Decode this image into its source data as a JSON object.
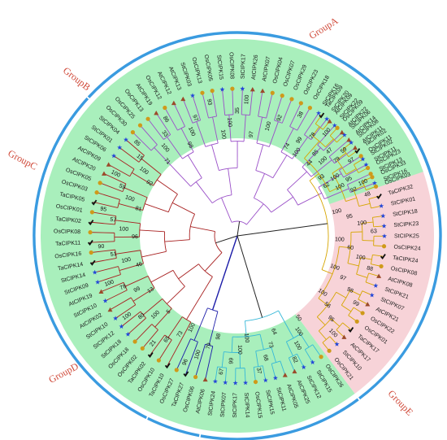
{
  "colors": {
    "GroupA": "#d6a500",
    "GroupB": "#36b8d8",
    "GroupC": "#1a1aa8",
    "GroupD": "#a82020",
    "GroupE": "#9a4fc8",
    "band_pink": "#f7d3d8",
    "band_green": "#a9efbc",
    "arc": "#3a9be0",
    "group_label": "#d04a3a"
  },
  "groups": [
    {
      "id": "GroupA",
      "label": "GroupA"
    },
    {
      "id": "GroupB",
      "label": "GroupB"
    },
    {
      "id": "GroupC",
      "label": "GroupC"
    },
    {
      "id": "GroupD",
      "label": "GroupD"
    },
    {
      "id": "GroupE",
      "label": "GroupE"
    }
  ],
  "leaves": [
    {
      "label": "StCIPK16",
      "group": "GroupE",
      "marker": "star"
    },
    {
      "label": "StCIPK13",
      "group": "GroupE",
      "marker": "circle"
    },
    {
      "label": "StCIPK11",
      "group": "GroupE",
      "marker": "star"
    },
    {
      "label": "OsCIPK11",
      "group": "GroupE",
      "marker": "circle"
    },
    {
      "label": "AtCIPK11",
      "group": "GroupE",
      "marker": "triangle"
    },
    {
      "label": "AtCIPK14",
      "group": "GroupE",
      "marker": "triangle"
    },
    {
      "label": "AtCIPK22",
      "group": "GroupE",
      "marker": "triangle"
    },
    {
      "label": "StCIPK22",
      "group": "GroupE",
      "marker": "star"
    },
    {
      "label": "StCIPK20",
      "group": "GroupE",
      "marker": "star"
    },
    {
      "label": "StCIPK16",
      "group": "GroupE",
      "marker": "star"
    },
    {
      "label": "OsCIPK18",
      "group": "GroupE",
      "marker": "circle"
    },
    {
      "label": "OsCIPK23",
      "group": "GroupE",
      "marker": "circle"
    },
    {
      "label": "OsCIPK29",
      "group": "GroupE",
      "marker": "circle"
    },
    {
      "label": "OsCIPK07",
      "group": "GroupE",
      "marker": "circle"
    },
    {
      "label": "OsCIPK04",
      "group": "GroupE",
      "marker": "circle"
    },
    {
      "label": "AtCIPK07",
      "group": "GroupE",
      "marker": "triangle"
    },
    {
      "label": "AtCIPK26",
      "group": "GroupE",
      "marker": "triangle"
    },
    {
      "label": "StCIPK17",
      "group": "GroupE",
      "marker": "star"
    },
    {
      "label": "OsCIPK08",
      "group": "GroupE",
      "marker": "circle"
    },
    {
      "label": "StCIPK15",
      "group": "GroupE",
      "marker": "star"
    },
    {
      "label": "OsCIPK05",
      "group": "GroupE",
      "marker": "circle"
    },
    {
      "label": "OsCIPK13",
      "group": "GroupE",
      "marker": "circle"
    },
    {
      "label": "StCIPK03",
      "group": "GroupE",
      "marker": "star"
    },
    {
      "label": "AtCIPK13",
      "group": "GroupE",
      "marker": "triangle"
    },
    {
      "label": "AtCIPK12",
      "group": "GroupE",
      "marker": "triangle"
    },
    {
      "label": "OsCIPK12",
      "group": "GroupE",
      "marker": "circle"
    },
    {
      "label": "AtCIPK19",
      "group": "GroupE",
      "marker": "triangle"
    },
    {
      "label": "OsCIPK13",
      "group": "GroupE",
      "marker": "circle"
    },
    {
      "label": "OsCIPK25",
      "group": "GroupE",
      "marker": "circle"
    },
    {
      "label": "OsCIPK30",
      "group": "GroupE",
      "marker": "circle"
    },
    {
      "label": "StCIPK04",
      "group": "GroupD",
      "marker": "star"
    },
    {
      "label": "StCIPK01",
      "group": "GroupD",
      "marker": "star"
    },
    {
      "label": "StCIPK06",
      "group": "GroupD",
      "marker": "star"
    },
    {
      "label": "AtCIPK09",
      "group": "GroupD",
      "marker": "triangle"
    },
    {
      "label": "AtCIPK20",
      "group": "GroupD",
      "marker": "triangle"
    },
    {
      "label": "OsCIPK05",
      "group": "GroupD",
      "marker": "circle"
    },
    {
      "label": "OsCIPK03",
      "group": "GroupD",
      "marker": "circle"
    },
    {
      "label": "TaCIPK05",
      "group": "GroupD",
      "marker": "check"
    },
    {
      "label": "OsCIPK01",
      "group": "GroupD",
      "marker": "circle"
    },
    {
      "label": "TaCIPK02",
      "group": "GroupD",
      "marker": "check"
    },
    {
      "label": "OsCIPK08",
      "group": "GroupD",
      "marker": "circle"
    },
    {
      "label": "TaCIPK11",
      "group": "GroupD",
      "marker": "check"
    },
    {
      "label": "OsCIPK16",
      "group": "GroupD",
      "marker": "circle"
    },
    {
      "label": "TaCIPK14",
      "group": "GroupD",
      "marker": "check"
    },
    {
      "label": "StCIPK14",
      "group": "GroupD",
      "marker": "star"
    },
    {
      "label": "StCIPK09",
      "group": "GroupD",
      "marker": "star"
    },
    {
      "label": "AtCIPK19",
      "group": "GroupD",
      "marker": "triangle"
    },
    {
      "label": "StCIPK10",
      "group": "GroupD",
      "marker": "star"
    },
    {
      "label": "AtCIPK02",
      "group": "GroupD",
      "marker": "triangle"
    },
    {
      "label": "StCIPK10",
      "group": "GroupD",
      "marker": "star"
    },
    {
      "label": "StCIPK12",
      "group": "GroupD",
      "marker": "star"
    },
    {
      "label": "StCIPK18",
      "group": "GroupD",
      "marker": "star"
    },
    {
      "label": "OsCIPK18",
      "group": "GroupD",
      "marker": "circle"
    },
    {
      "label": "OsCIPK02",
      "group": "GroupD",
      "marker": "circle"
    },
    {
      "label": "TaCIPK02",
      "group": "GroupD",
      "marker": "check"
    },
    {
      "label": "OsCIPK10",
      "group": "GroupD",
      "marker": "circle"
    },
    {
      "label": "TaCIPK10",
      "group": "GroupD",
      "marker": "check"
    },
    {
      "label": "OsCIPK27",
      "group": "GroupC",
      "marker": "circle"
    },
    {
      "label": "TaCIPK27",
      "group": "GroupC",
      "marker": "check"
    },
    {
      "label": "OsCIPK06",
      "group": "GroupC",
      "marker": "circle"
    },
    {
      "label": "AtCIPK06",
      "group": "GroupC",
      "marker": "triangle"
    },
    {
      "label": "StCIPK24",
      "group": "GroupB",
      "marker": "star"
    },
    {
      "label": "StCIPK07",
      "group": "GroupB",
      "marker": "star"
    },
    {
      "label": "StCIPK17",
      "group": "GroupB",
      "marker": "star"
    },
    {
      "label": "StCIPK14",
      "group": "GroupB",
      "marker": "star"
    },
    {
      "label": "OsCIPK15",
      "group": "GroupB",
      "marker": "circle"
    },
    {
      "label": "StCIPK15",
      "group": "GroupB",
      "marker": "star"
    },
    {
      "label": "StCIPK11",
      "group": "GroupB",
      "marker": "star"
    },
    {
      "label": "AtCIPK05",
      "group": "GroupB",
      "marker": "triangle"
    },
    {
      "label": "AtCIPK25",
      "group": "GroupB",
      "marker": "triangle"
    },
    {
      "label": "StCIPK12",
      "group": "GroupB",
      "marker": "star"
    },
    {
      "label": "StCIPK15",
      "group": "GroupB",
      "marker": "star"
    },
    {
      "label": "OsCIPK26",
      "group": "GroupB",
      "marker": "circle"
    },
    {
      "label": "OsCIPK21",
      "group": "GroupA",
      "marker": "circle"
    },
    {
      "label": "StCIPK10",
      "group": "GroupA",
      "marker": "star"
    },
    {
      "label": "AtCIPK17",
      "group": "GroupA",
      "marker": "triangle"
    },
    {
      "label": "TaCIPK17",
      "group": "GroupA",
      "marker": "check"
    },
    {
      "label": "OsCIPK01",
      "group": "GroupA",
      "marker": "circle"
    },
    {
      "label": "OsCIPK22",
      "group": "GroupA",
      "marker": "circle"
    },
    {
      "label": "AtCIPK21",
      "group": "GroupA",
      "marker": "triangle"
    },
    {
      "label": "StCIPK07",
      "group": "GroupA",
      "marker": "star"
    },
    {
      "label": "StCIPK21",
      "group": "GroupA",
      "marker": "star"
    },
    {
      "label": "AtCIPK08",
      "group": "GroupA",
      "marker": "triangle"
    },
    {
      "label": "OsCIPK08",
      "group": "GroupA",
      "marker": "circle"
    },
    {
      "label": "TaCIPK24",
      "group": "GroupA",
      "marker": "check"
    },
    {
      "label": "OsCIPK24",
      "group": "GroupA",
      "marker": "circle"
    },
    {
      "label": "StCIPK25",
      "group": "GroupA",
      "marker": "star"
    },
    {
      "label": "StCIPK23",
      "group": "GroupA",
      "marker": "star"
    },
    {
      "label": "StCIPK18",
      "group": "GroupA",
      "marker": "star"
    },
    {
      "label": "StCIPK01",
      "group": "GroupA",
      "marker": "star"
    },
    {
      "label": "TaCIPK32",
      "group": "GroupA",
      "marker": "check"
    },
    {
      "label": "OsCIPK03",
      "group": "GroupA",
      "marker": "circle"
    },
    {
      "label": "OsCIPK33",
      "group": "GroupA",
      "marker": "circle"
    },
    {
      "label": "OsCIPK23",
      "group": "GroupA",
      "marker": "circle"
    },
    {
      "label": "StCIPK02",
      "group": "GroupA",
      "marker": "star"
    },
    {
      "label": "TaCIPK02",
      "group": "GroupA",
      "marker": "check"
    },
    {
      "label": "StCIPK08",
      "group": "GroupA",
      "marker": "star"
    },
    {
      "label": "StCIPK06",
      "group": "GroupA",
      "marker": "star"
    },
    {
      "label": "OsCIPK09",
      "group": "GroupA",
      "marker": "circle"
    },
    {
      "label": "AtCIPK09",
      "group": "GroupA",
      "marker": "triangle"
    },
    {
      "label": "TaCIPK09",
      "group": "GroupA",
      "marker": "check"
    }
  ],
  "bootstrap": [
    {
      "value": "100",
      "group": "GroupE",
      "leaf": 0
    },
    {
      "value": "95",
      "group": "GroupE",
      "leaf": 1
    },
    {
      "value": "100",
      "group": "GroupE",
      "leaf": 2
    },
    {
      "value": "93",
      "group": "GroupE",
      "leaf": 3
    },
    {
      "value": "59",
      "group": "GroupE",
      "leaf": 4
    },
    {
      "value": "47",
      "group": "GroupE",
      "leaf": 5
    },
    {
      "value": "85",
      "group": "GroupE",
      "leaf": 6
    },
    {
      "value": "100",
      "group": "GroupE",
      "leaf": 8
    },
    {
      "value": "38",
      "group": "GroupE",
      "leaf": 10
    },
    {
      "value": "92",
      "group": "GroupE",
      "leaf": 12
    },
    {
      "value": "100",
      "group": "GroupE",
      "leaf": 13
    },
    {
      "value": "97",
      "group": "GroupE",
      "leaf": 15
    },
    {
      "value": "100",
      "group": "GroupE",
      "leaf": 16
    },
    {
      "value": "35",
      "group": "GroupE",
      "leaf": 17
    },
    {
      "value": "100",
      "group": "GroupE",
      "leaf": 18
    },
    {
      "value": "100",
      "group": "GroupE",
      "leaf": 19
    },
    {
      "value": "93",
      "group": "GroupE",
      "leaf": 20
    },
    {
      "value": "97",
      "group": "GroupE",
      "leaf": 22
    },
    {
      "value": "100",
      "group": "GroupE",
      "leaf": 23
    },
    {
      "value": "98",
      "group": "GroupE",
      "leaf": 24
    },
    {
      "value": "86",
      "group": "GroupE",
      "leaf": 25
    },
    {
      "value": "33",
      "group": "GroupE",
      "leaf": 26
    },
    {
      "value": "100",
      "group": "GroupE",
      "leaf": 27
    },
    {
      "value": "71",
      "group": "GroupE",
      "leaf": 28
    },
    {
      "value": "85",
      "group": "GroupE",
      "leaf": 29
    },
    {
      "value": "15",
      "group": "GroupD",
      "leaf": 30
    },
    {
      "value": "100",
      "group": "GroupD",
      "leaf": 31
    },
    {
      "value": "92",
      "group": "GroupD",
      "leaf": 32
    },
    {
      "value": "100",
      "group": "GroupD",
      "leaf": 33
    },
    {
      "value": "59",
      "group": "GroupD",
      "leaf": 34
    },
    {
      "value": "100",
      "group": "GroupD",
      "leaf": 35
    },
    {
      "value": "81",
      "group": "GroupD",
      "leaf": 36
    },
    {
      "value": "95",
      "group": "GroupD",
      "leaf": 37
    },
    {
      "value": "57",
      "group": "GroupD",
      "leaf": 38
    },
    {
      "value": "100",
      "group": "GroupD",
      "leaf": 39
    },
    {
      "value": "96",
      "group": "GroupD",
      "leaf": 40
    },
    {
      "value": "90",
      "group": "GroupD",
      "leaf": 41
    },
    {
      "value": "51",
      "group": "GroupD",
      "leaf": 42
    },
    {
      "value": "100",
      "group": "GroupD",
      "leaf": 43
    },
    {
      "value": "46",
      "group": "GroupD",
      "leaf": 44
    },
    {
      "value": "100",
      "group": "GroupD",
      "leaf": 45
    },
    {
      "value": "78",
      "group": "GroupD",
      "leaf": 46
    },
    {
      "value": "99",
      "group": "GroupD",
      "leaf": 47
    },
    {
      "value": "13",
      "group": "GroupD",
      "leaf": 48
    },
    {
      "value": "100",
      "group": "GroupD",
      "leaf": 49
    },
    {
      "value": "80",
      "group": "GroupD",
      "leaf": 50
    },
    {
      "value": "100",
      "group": "GroupD",
      "leaf": 51
    },
    {
      "value": "5",
      "group": "GroupD",
      "leaf": 52
    },
    {
      "value": "21",
      "group": "GroupD",
      "leaf": 53
    },
    {
      "value": "65",
      "group": "GroupD",
      "leaf": 54
    },
    {
      "value": "73",
      "group": "GroupD",
      "leaf": 55
    },
    {
      "value": "100",
      "group": "GroupD",
      "leaf": 56
    },
    {
      "value": "96",
      "group": "GroupD",
      "leaf": 57
    },
    {
      "value": "100",
      "group": "GroupC",
      "leaf": 58
    },
    {
      "value": "79",
      "group": "GroupC",
      "leaf": 59
    },
    {
      "value": "98",
      "group": "GroupC",
      "leaf": 60
    },
    {
      "value": "67",
      "group": "GroupC",
      "leaf": 61
    },
    {
      "value": "99",
      "group": "GroupC",
      "leaf": 62
    },
    {
      "value": "100",
      "group": "GroupB",
      "leaf": 63
    },
    {
      "value": "100",
      "group": "GroupB",
      "leaf": 64
    },
    {
      "value": "37",
      "group": "GroupB",
      "leaf": 65
    },
    {
      "value": "68",
      "group": "GroupB",
      "leaf": 66
    },
    {
      "value": "73",
      "group": "GroupB",
      "leaf": 67
    },
    {
      "value": "64",
      "group": "GroupB",
      "leaf": 68
    },
    {
      "value": "82",
      "group": "GroupB",
      "leaf": 69
    },
    {
      "value": "100",
      "group": "GroupB",
      "leaf": 70
    },
    {
      "value": "100",
      "group": "GroupB",
      "leaf": 71
    },
    {
      "value": "50",
      "group": "GroupB",
      "leaf": 72
    },
    {
      "value": "100",
      "group": "GroupA",
      "leaf": 74
    },
    {
      "value": "95",
      "group": "GroupA",
      "leaf": 75
    },
    {
      "value": "56",
      "group": "GroupA",
      "leaf": 76
    },
    {
      "value": "100",
      "group": "GroupA",
      "leaf": 77
    },
    {
      "value": "99",
      "group": "GroupA",
      "leaf": 78
    },
    {
      "value": "98",
      "group": "GroupA",
      "leaf": 79
    },
    {
      "value": "97",
      "group": "GroupA",
      "leaf": 80
    },
    {
      "value": "100",
      "group": "GroupA",
      "leaf": 81
    },
    {
      "value": "88",
      "group": "GroupA",
      "leaf": 82
    },
    {
      "value": "100",
      "group": "GroupA",
      "leaf": 83
    },
    {
      "value": "60",
      "group": "GroupA",
      "leaf": 84
    },
    {
      "value": "100",
      "group": "GroupA",
      "leaf": 85
    },
    {
      "value": "63",
      "group": "GroupA",
      "leaf": 86
    },
    {
      "value": "100",
      "group": "GroupA",
      "leaf": 87
    },
    {
      "value": "95",
      "group": "GroupA",
      "leaf": 88
    },
    {
      "value": "100",
      "group": "GroupA",
      "leaf": 89
    },
    {
      "value": "48",
      "group": "GroupA",
      "leaf": 90
    },
    {
      "value": "92",
      "group": "GroupA",
      "leaf": 91
    },
    {
      "value": "100",
      "group": "GroupA",
      "leaf": 92
    },
    {
      "value": "62",
      "group": "GroupA",
      "leaf": 93
    },
    {
      "value": "97",
      "group": "GroupA",
      "leaf": 94
    },
    {
      "value": "79",
      "group": "GroupA",
      "leaf": 95
    },
    {
      "value": "100",
      "group": "GroupA",
      "leaf": 96
    },
    {
      "value": "44",
      "group": "GroupA",
      "leaf": 97
    },
    {
      "value": "100",
      "group": "GroupA",
      "leaf": 98
    },
    {
      "value": "78",
      "group": "GroupA",
      "leaf": 99
    },
    {
      "value": "99",
      "group": "GroupA",
      "leaf": 100
    },
    {
      "value": "74",
      "group": "GroupA",
      "leaf": 101
    }
  ]
}
